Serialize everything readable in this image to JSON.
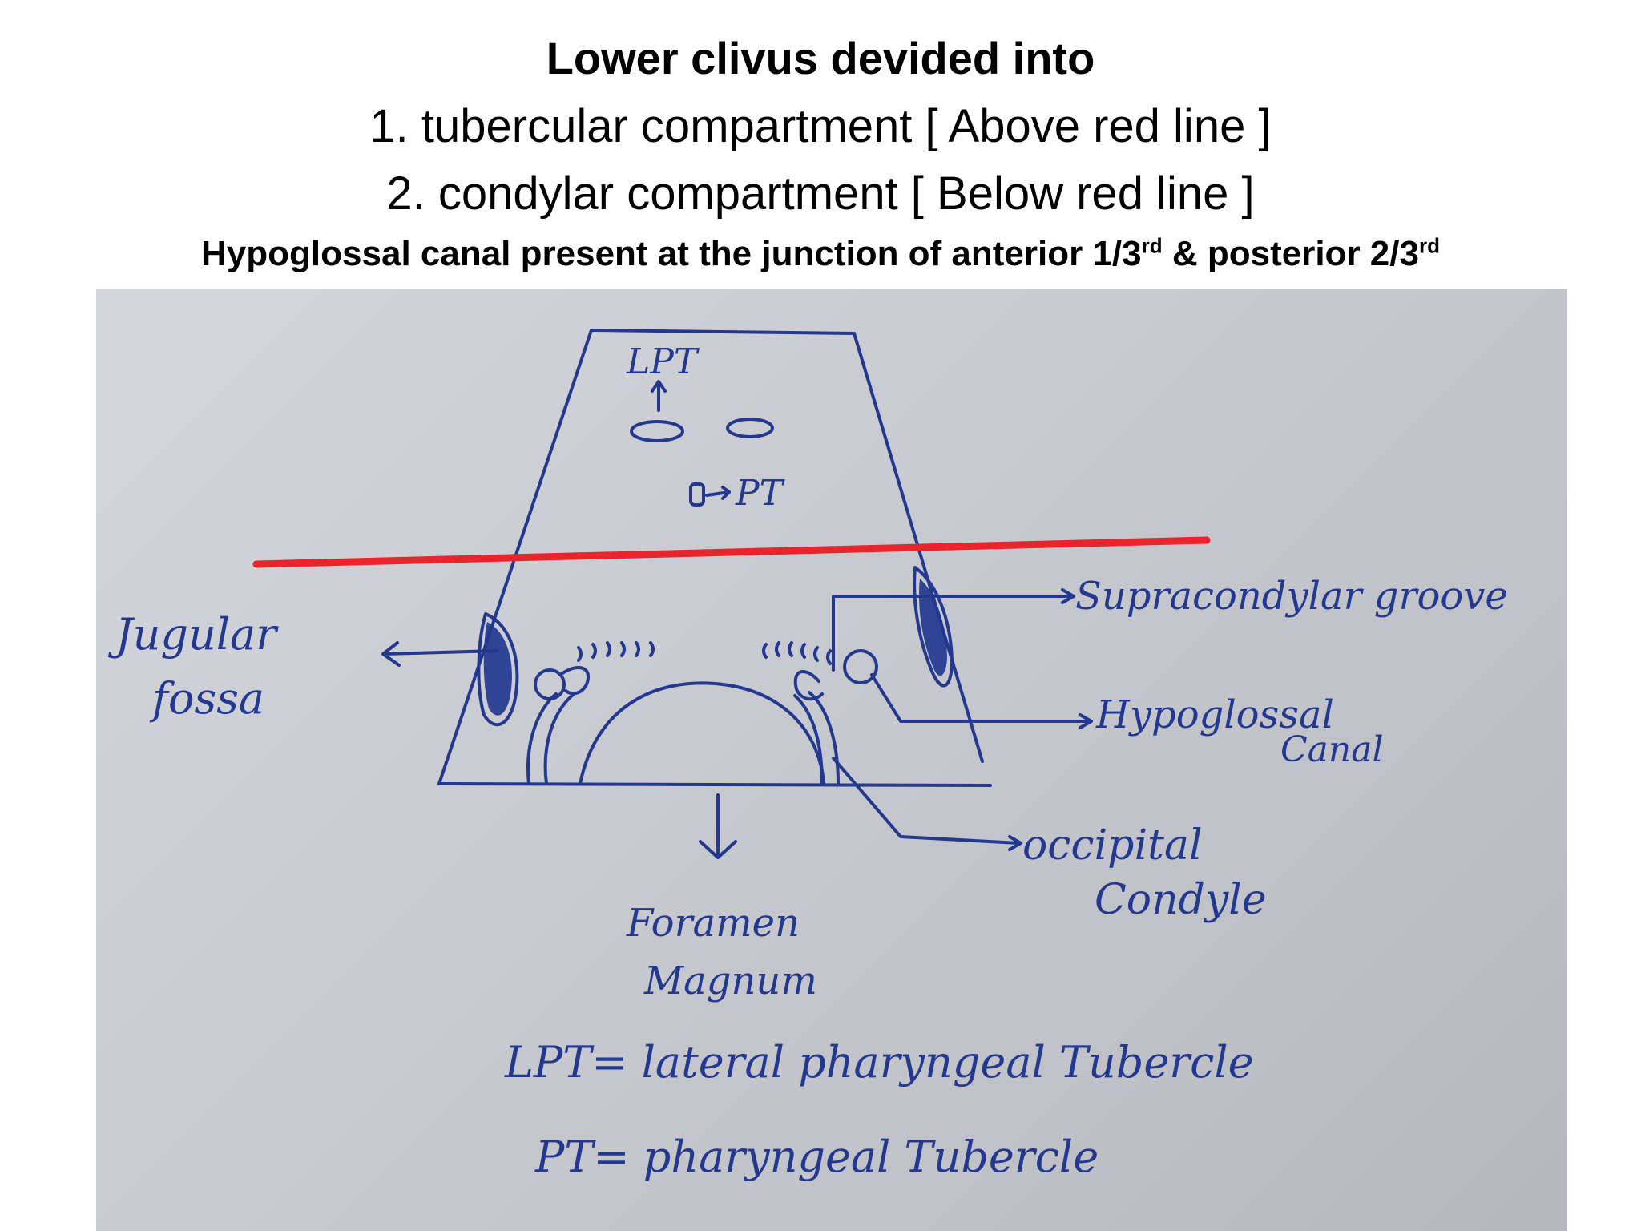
{
  "header": {
    "title": "Lower clivus devided into",
    "item_1": "1. tubercular compartment [ Above red line ]",
    "item_2": "2. condylar compartment [ Below red line ]",
    "note_part_1": "Hypoglossal canal present at the junction of anterior 1/3",
    "note_sup_1": "rd",
    "note_part_2": " & posterior 2/3",
    "note_sup_2": "rd"
  },
  "sketch": {
    "ink_color": "#23388f",
    "divider_color": "#e8242c",
    "labels": {
      "lpt": "LPT",
      "pt": "PT",
      "jugular": "Jugular",
      "fossa": "fossa",
      "supracondylar": "Supracondylar groove",
      "hypoglossal": "Hypoglossal",
      "canal": "Canal",
      "occipital": "occipital",
      "condyle": "Condyle",
      "foramen": "Foramen",
      "magnum": "Magnum",
      "legend_lpt": "LPT= lateral pharyngeal Tubercle",
      "legend_pt": "PT= pharyngeal Tubercle"
    }
  }
}
